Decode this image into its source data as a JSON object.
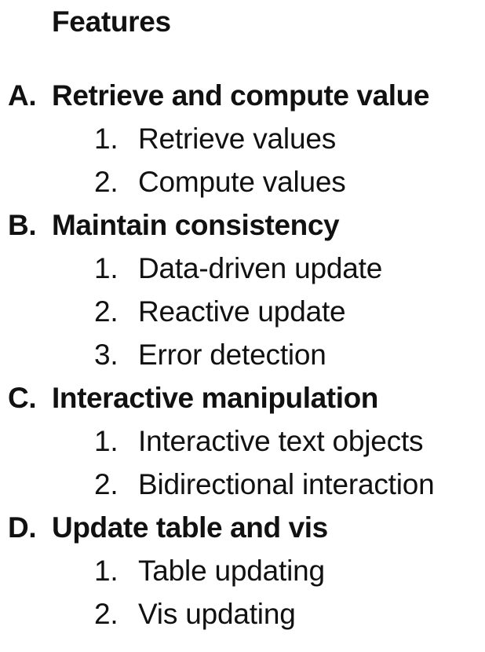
{
  "title": "Features",
  "sections": [
    {
      "marker": "A.",
      "label": "Retrieve and compute value",
      "items": [
        {
          "marker": "1.",
          "label": "Retrieve values"
        },
        {
          "marker": "2.",
          "label": "Compute values"
        }
      ]
    },
    {
      "marker": "B.",
      "label": "Maintain consistency",
      "items": [
        {
          "marker": "1.",
          "label": "Data-driven update"
        },
        {
          "marker": "2.",
          "label": "Reactive update"
        },
        {
          "marker": "3.",
          "label": "Error detection"
        }
      ]
    },
    {
      "marker": "C.",
      "label": "Interactive manipulation",
      "items": [
        {
          "marker": "1.",
          "label": "Interactive text objects"
        },
        {
          "marker": "2.",
          "label": "Bidirectional interaction"
        }
      ]
    },
    {
      "marker": "D.",
      "label": "Update table and vis",
      "items": [
        {
          "marker": "1.",
          "label": "Table updating"
        },
        {
          "marker": "2.",
          "label": "Vis updating"
        }
      ]
    }
  ]
}
